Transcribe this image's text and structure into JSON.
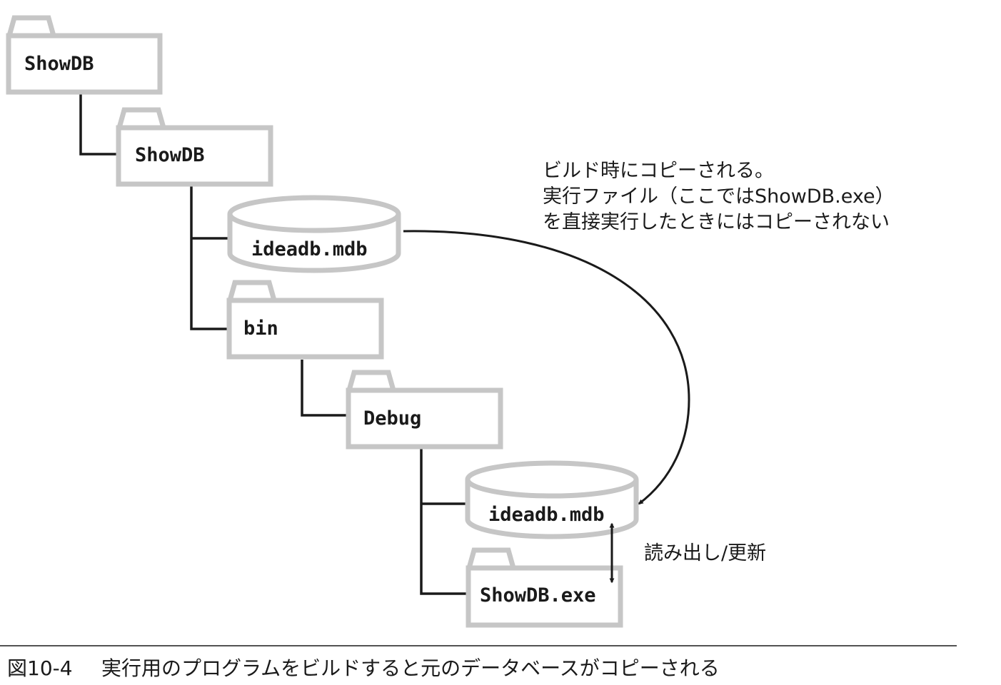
{
  "nodes": {
    "root_folder": "ShowDB",
    "project_folder": "ShowDB",
    "project_db": "ideadb.mdb",
    "bin_folder": "bin",
    "debug_folder": "Debug",
    "debug_db": "ideadb.mdb",
    "exe_file": "ShowDB.exe"
  },
  "notes": {
    "copy_note_line1": "ビルド時にコピーされる。",
    "copy_note_line2": "実行ファイル（ここではShowDB.exe）",
    "copy_note_line3": "を直接実行したときにはコピーされない",
    "rw_note": "読み出し/更新"
  },
  "caption": {
    "number": "図10-4",
    "text": "実行用のプログラムをビルドすると元のデータベースがコピーされる"
  },
  "colors": {
    "outline_grey": "#c6c6c6",
    "ink": "#1a1a1a"
  }
}
